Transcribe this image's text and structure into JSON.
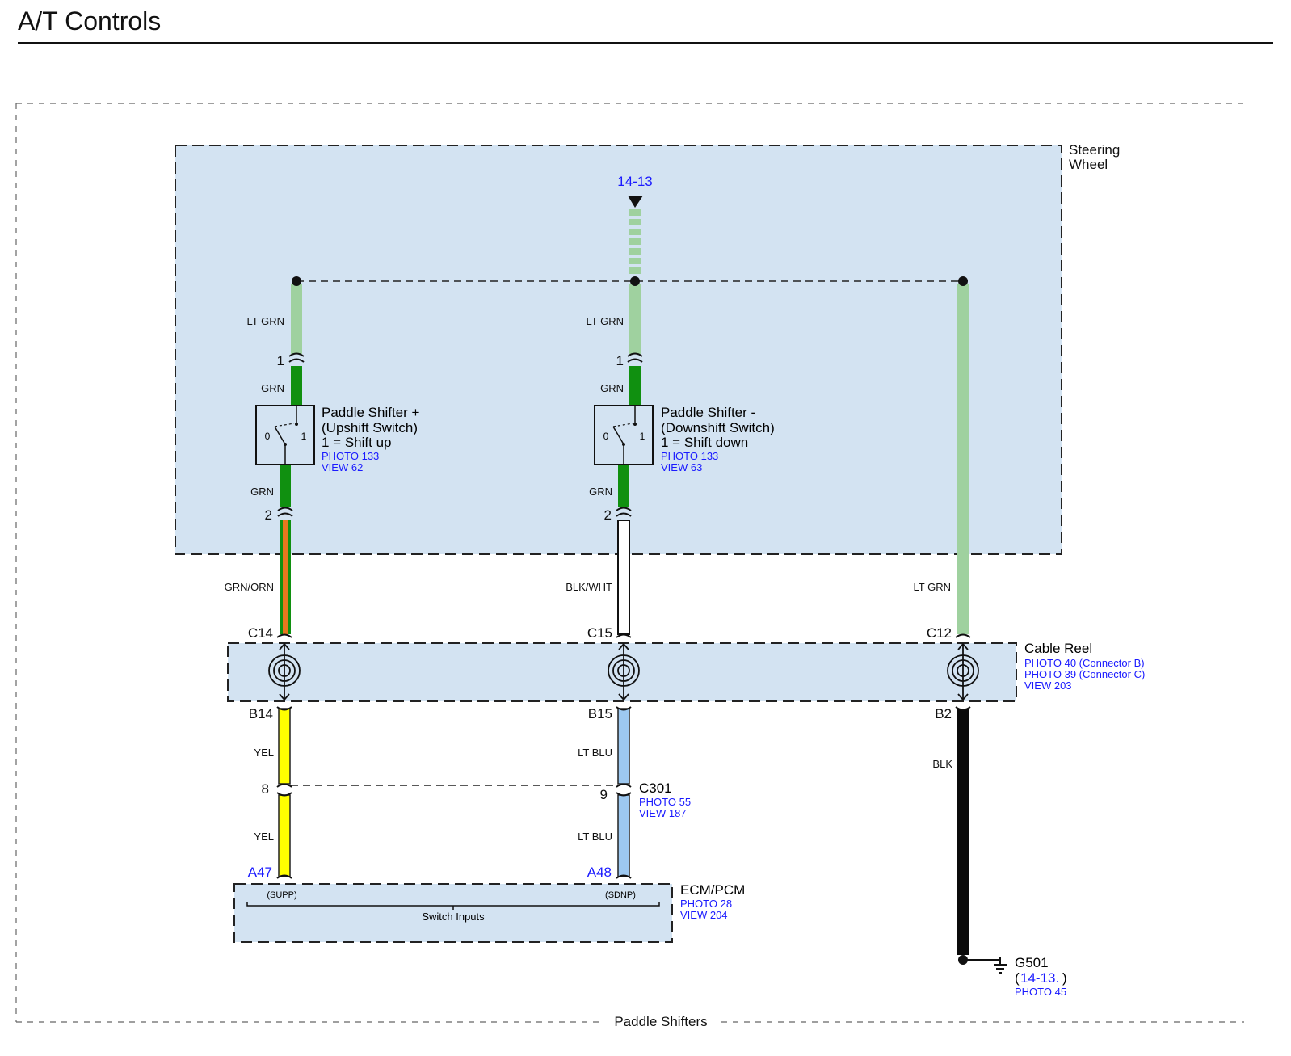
{
  "page_title": "A/T Controls",
  "footer_label": "Paddle Shifters",
  "colors": {
    "panel": "#d3e3f2",
    "blue_text": "#1a1aff",
    "lt_grn": "#9fd19f",
    "grn": "#109010",
    "orange": "#e8781e",
    "yellow": "#ffff00",
    "lt_blu": "#9dc8f0",
    "blk": "#0a0a0a"
  },
  "steering_wheel": {
    "label_line1": "Steering",
    "label_line2": "Wheel"
  },
  "splice_ref": "14-13",
  "wire_labels": {
    "left_top": "LT GRN",
    "mid_top": "LT GRN",
    "left_grn_a": "GRN",
    "left_grn_b": "GRN",
    "mid_grn_a": "GRN",
    "mid_grn_b": "GRN",
    "left_lower": "GRN/ORN",
    "mid_lower": "BLK/WHT",
    "right_lower": "LT GRN",
    "left_yel_a": "YEL",
    "left_yel_b": "YEL",
    "mid_blu_a": "LT BLU",
    "mid_blu_b": "LT BLU",
    "right_blk": "BLK"
  },
  "pins": {
    "up_1": "1",
    "up_2": "2",
    "down_1": "1",
    "down_2": "2",
    "c14": "C14",
    "c15": "C15",
    "c12": "C12",
    "b14": "B14",
    "b15": "B15",
    "b2": "B2",
    "p8": "8",
    "p9": "9",
    "a47": "A47",
    "a48": "A48"
  },
  "upshift": {
    "name": "Paddle Shifter +",
    "desc": "(Upshift Switch)",
    "state": "1 = Shift up",
    "photo": "PHOTO 133",
    "view": "VIEW 62",
    "pos0": "0",
    "pos1": "1"
  },
  "downshift": {
    "name": "Paddle Shifter -",
    "desc": "(Downshift Switch)",
    "state": "1 = Shift down",
    "photo": "PHOTO 133",
    "view": "VIEW 63",
    "pos0": "0",
    "pos1": "1"
  },
  "cable_reel": {
    "name": "Cable Reel",
    "photo1": "PHOTO 40 (Connector B)",
    "photo2": "PHOTO 39 (Connector C)",
    "view": "VIEW 203"
  },
  "c301": {
    "name": "C301",
    "photo": "PHOTO 55",
    "view": "VIEW 187"
  },
  "ecm": {
    "name": "ECM/PCM",
    "photo": "PHOTO 28",
    "view": "VIEW 204",
    "supp": "(SUPP)",
    "sdnp": "(SDNP)",
    "group": "Switch Inputs"
  },
  "ground": {
    "name": "G501",
    "ref_open": "(",
    "ref": "14-13.",
    "ref_close": ")",
    "photo": "PHOTO 45"
  }
}
